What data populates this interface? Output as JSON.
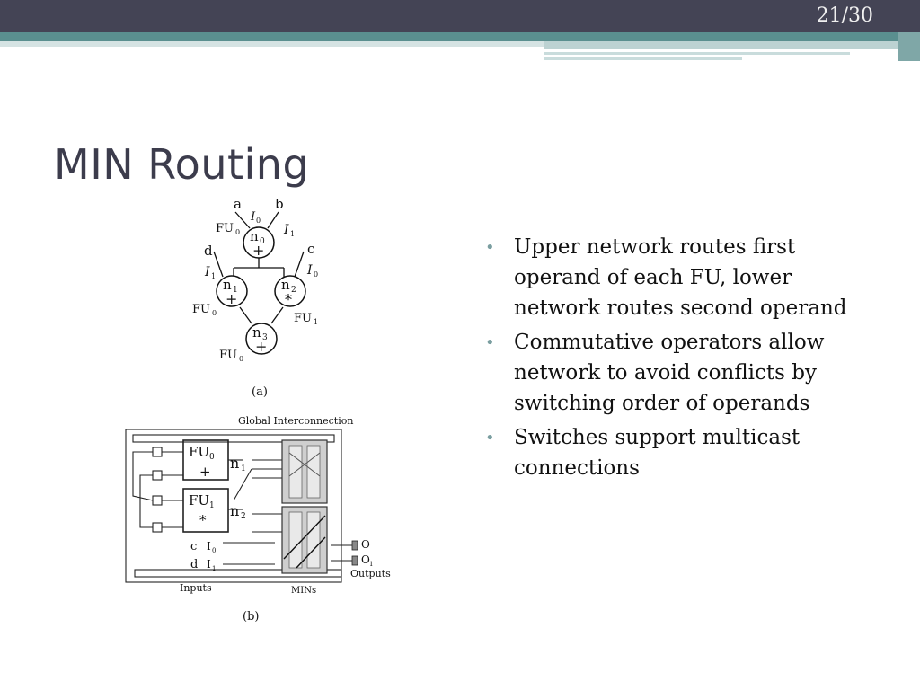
{
  "slide": {
    "page_number": "21/30",
    "title": "MIN Routing",
    "bullets": [
      "Upper network routes first operand of each FU, lower network routes second operand",
      "Commutative operators allow network to avoid conflicts by switching order of operands",
      "Switches support multicast connections"
    ]
  },
  "figure_a": {
    "caption": "(a)",
    "nodes": {
      "n0": {
        "name": "n",
        "sub": "0",
        "op": "+"
      },
      "n1": {
        "name": "n",
        "sub": "1",
        "op": "+"
      },
      "n2": {
        "name": "n",
        "sub": "2",
        "op": "*"
      },
      "n3": {
        "name": "n",
        "sub": "3",
        "op": "+"
      }
    },
    "labels": {
      "a": "a",
      "b": "b",
      "c": "c",
      "d": "d",
      "I": "I",
      "FU": "FU",
      "sub0": "0",
      "sub1": "1"
    }
  },
  "figure_b": {
    "caption": "(b)",
    "global_interconnection": "Global Interconnection",
    "fu0": {
      "name": "FU",
      "sub": "0",
      "op": "+"
    },
    "fu1": {
      "name": "FU",
      "sub": "1",
      "op": "*"
    },
    "n1": {
      "name": "n",
      "sub": "1"
    },
    "n2": {
      "name": "n",
      "sub": "2"
    },
    "input_c": "c",
    "input_d": "d",
    "I0": {
      "name": "I",
      "sub": "0"
    },
    "I1": {
      "name": "I",
      "sub": "1"
    },
    "O0": {
      "name": "O",
      "sub": ""
    },
    "O1": {
      "name": "O",
      "sub": "1"
    },
    "inputs_label": "Inputs",
    "mins_label": "MINs",
    "outputs_label": "Outputs"
  }
}
